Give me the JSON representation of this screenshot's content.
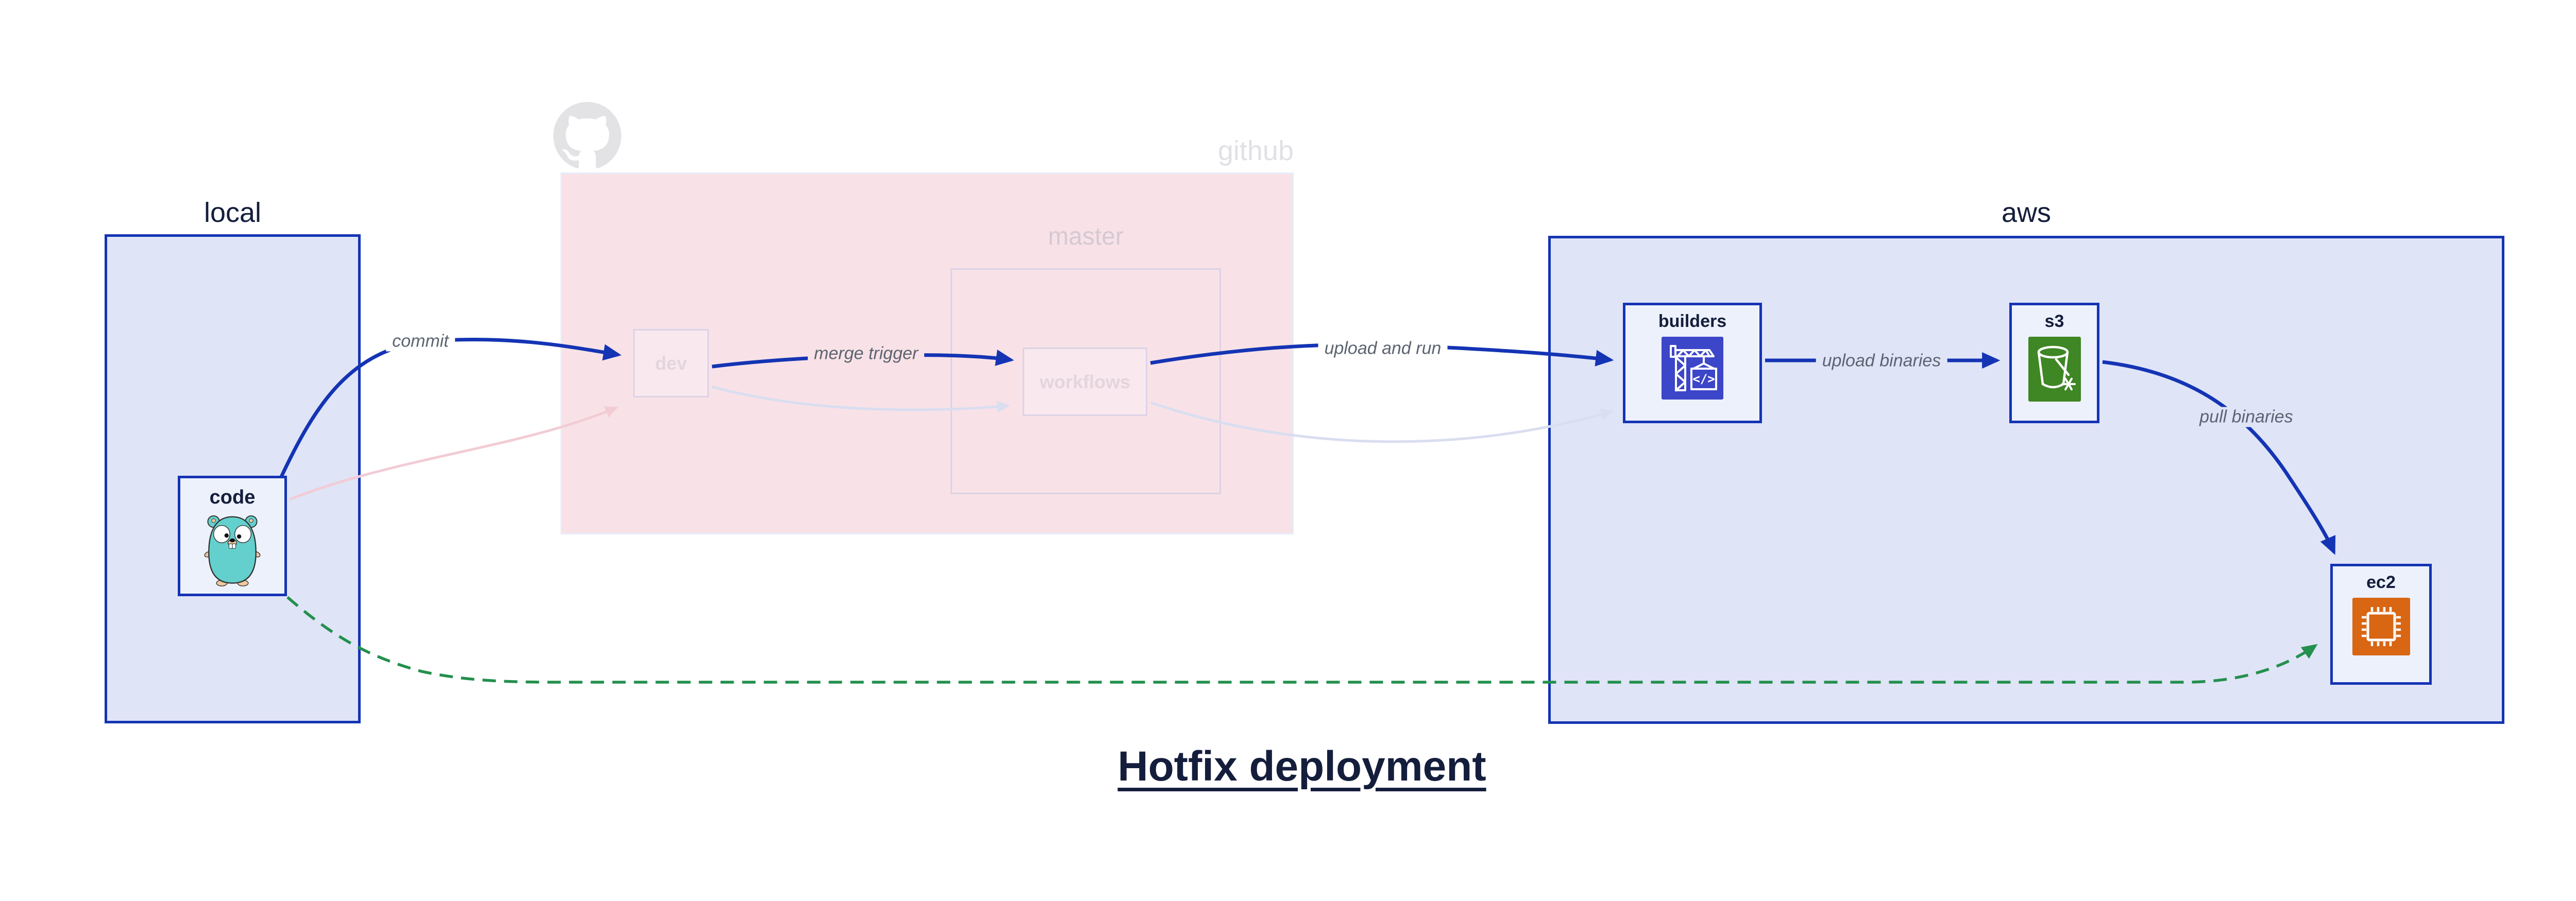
{
  "title": "Hotfix deployment",
  "regions": {
    "local": {
      "label": "local"
    },
    "github": {
      "label": "github"
    },
    "master": {
      "label": "master"
    },
    "aws": {
      "label": "aws"
    }
  },
  "nodes": {
    "code": {
      "label": "code",
      "icon": "go-gopher-icon"
    },
    "dev": {
      "label": "dev"
    },
    "workflows": {
      "label": "workflows"
    },
    "builders": {
      "label": "builders",
      "icon": "codebuild-crane-icon"
    },
    "s3": {
      "label": "s3",
      "icon": "s3-bucket-icon"
    },
    "ec2": {
      "label": "ec2",
      "icon": "ec2-chip-icon"
    }
  },
  "edges": {
    "commit": {
      "label": "commit"
    },
    "merge_trigger": {
      "label": "merge trigger"
    },
    "upload_and_run": {
      "label": "upload and run"
    },
    "upload_binaries": {
      "label": "upload binaries"
    },
    "pull_binaries": {
      "label": "pull binaries"
    }
  },
  "icons": {
    "github_logo": "octocat-icon"
  },
  "colors": {
    "edge_blue": "#1434b4",
    "edge_green": "#23904d",
    "edge_faded_pink": "#f2ccd5",
    "edge_faded_lavender": "#d9def0",
    "region_blue_fill": "#dfe4f7",
    "region_blue_border": "#1434b4",
    "github_pink_fill": "#f8e2e7",
    "node_fill": "#edf1fb",
    "faded_node_fill": "#f9e8ee",
    "faded_node_border": "#ddd3e7",
    "navy_text": "#141e3c",
    "muted_label": "#5d6470",
    "faded_pink_text": "#e3d5dd",
    "faded_gray_text": "#d5c9d3",
    "github_gray": "#e2e0e5",
    "octocat_gray": "#e3e3e6",
    "builders_icon_bg": "#3c46c8",
    "s3_icon_bg": "#3f8624",
    "ec2_icon_bg": "#d86613",
    "gopher_teal": "#63d0cd"
  }
}
